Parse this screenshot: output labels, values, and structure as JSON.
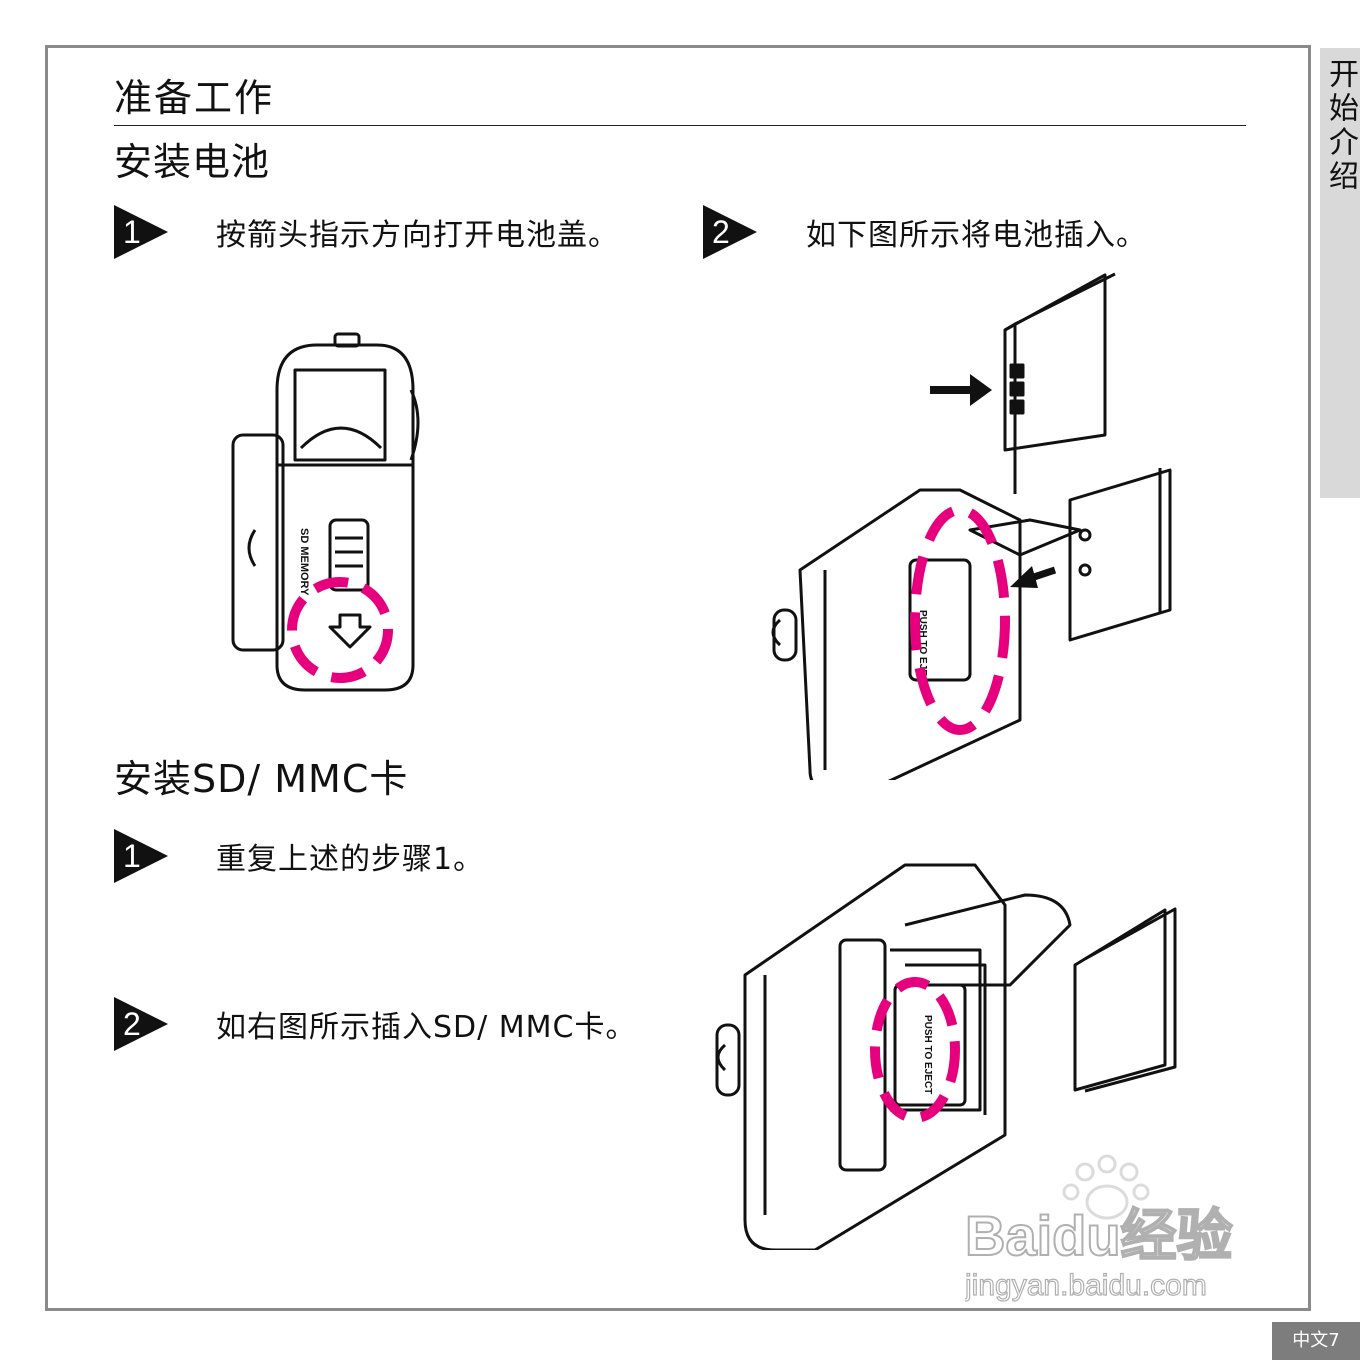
{
  "side_tab": "开始介绍",
  "page_label": "中文7",
  "title": "准备工作",
  "battery": {
    "heading": "安装电池",
    "step1": {
      "num": "1",
      "text": "按箭头指示方向打开电池盖。"
    },
    "step2": {
      "num": "2",
      "text": "如下图所示将电池插入。"
    }
  },
  "card": {
    "heading": "安装SD/ MMC卡",
    "step1": {
      "num": "1",
      "text": "重复上述的步骤1。"
    },
    "step2": {
      "num": "2",
      "text": "如右图所示插入SD/ MMC卡。"
    }
  },
  "illustration_labels": {
    "sd_memory": "SD MEMORY",
    "push_to_eject": "PUSH TO EJECT"
  },
  "watermark": {
    "brand": "Baidu经验",
    "url": "jingyan.baidu.com"
  },
  "colors": {
    "highlight": "#e6007e",
    "frame": "#8a8a8a",
    "tab": "#d9d9d9",
    "badge": "#7d7d7d"
  }
}
